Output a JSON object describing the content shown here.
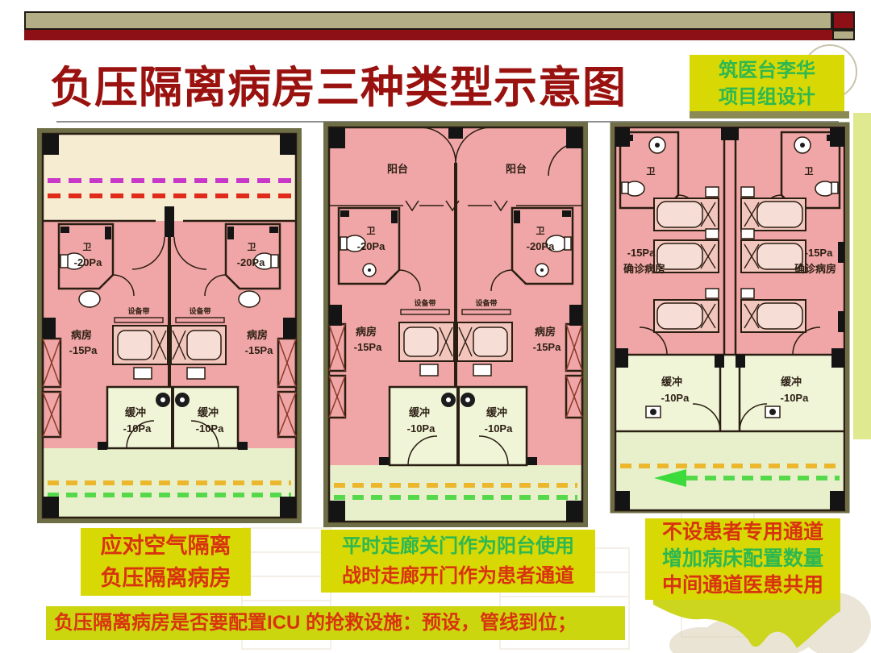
{
  "slide": {
    "title": "负压隔离病房三种类型示意图",
    "credit": {
      "line1": "筑医台李华",
      "line2": "项目组设计"
    },
    "bottom_note": "负压隔离病房是否要配置ICU 的抢救设施：预设，管线到位；"
  },
  "plans": [
    {
      "labels": {
        "bathroom": "卫",
        "bathroom_pressure": "-20Pa",
        "ward": "病房",
        "ward_pressure": "-15Pa",
        "equipment_band": "设备带",
        "buffer": "缓冲",
        "buffer_pressure": "-10Pa"
      },
      "caption": {
        "lines": [
          {
            "text": "应对空气隔离",
            "color": "red"
          },
          {
            "text": "负压隔离病房",
            "color": "red"
          }
        ]
      }
    },
    {
      "labels": {
        "balcony": "阳台",
        "bathroom": "卫",
        "bathroom_pressure": "-20Pa",
        "ward": "病房",
        "ward_pressure": "-15Pa",
        "equipment_band": "设备带",
        "buffer": "缓冲",
        "buffer_pressure": "-10Pa"
      },
      "caption": {
        "lines": [
          {
            "text": "平时走廊关门作为阳台使用",
            "color": "green"
          },
          {
            "text": "战时走廊开门作为患者通道",
            "color": "red"
          }
        ]
      }
    },
    {
      "labels": {
        "bathroom": "卫",
        "ward_pressure": "-15Pa",
        "ward": "确诊病房",
        "buffer": "缓冲",
        "buffer_pressure": "-10Pa"
      },
      "caption": {
        "lines": [
          {
            "text": "不设患者专用通道",
            "color": "red"
          },
          {
            "text": "增加病床配置数量",
            "color": "green"
          },
          {
            "text": "中间通道医患共用",
            "color": "red"
          }
        ]
      }
    }
  ],
  "colors": {
    "accent_yellow": "#d8d805",
    "note_yellow": "#ccd60e",
    "red_text": "#d8330e",
    "green_text": "#2eb84f",
    "maroon_bar": "#8c1015",
    "tan_bar": "#b3ae85",
    "title_red": "#9a120f",
    "ward_pink": "#f0a6a6",
    "balcony_cream": "#f6ecd2",
    "buffer_green": "#f0f5d8",
    "corridor_green": "#e7f0cb",
    "dash_magenta": "#c837c8",
    "dash_red": "#e02a1a",
    "dash_orange": "#ecb72c",
    "dash_green": "#55d94a"
  }
}
